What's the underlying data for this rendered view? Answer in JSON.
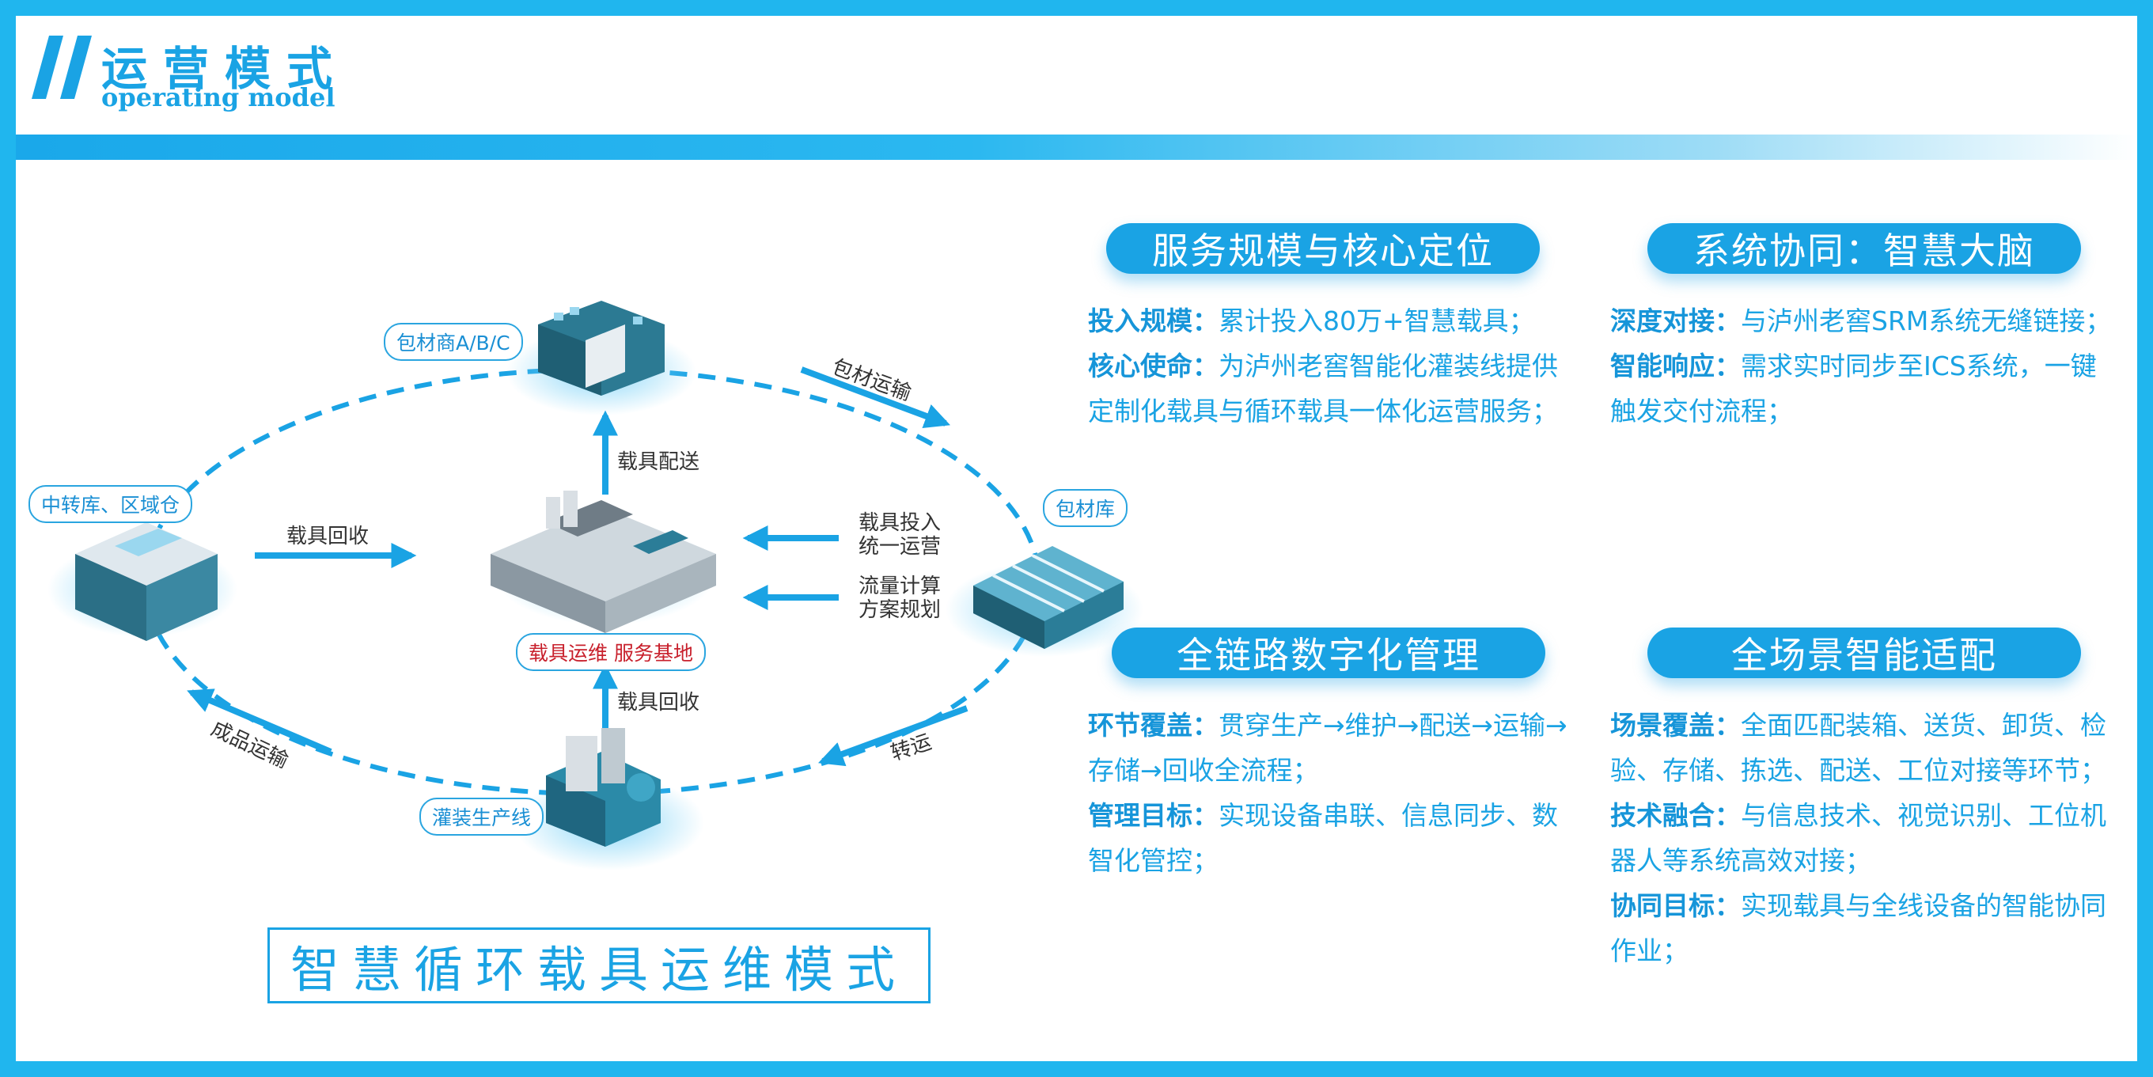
{
  "header": {
    "title_cn": "运营模式",
    "title_en": "operating model"
  },
  "colors": {
    "brand_blue": "#1aa3e4",
    "frame_blue": "#20b6ee",
    "accent_red": "#c8202c"
  },
  "diagram": {
    "nodes": {
      "supplier": "包材商A/B/C",
      "transit": "中转库、区域仓",
      "warehouse": "包材库",
      "base": "载具运维  服务基地",
      "line": "灌装生产线"
    },
    "flows": {
      "supplier_transport": "包材运输",
      "carrier_delivery": "载具配送",
      "carrier_recycle_left": "载具回收",
      "carrier_input_1": "载具投入",
      "carrier_input_2": "统一运营",
      "flow_calc_1": "流量计算",
      "flow_calc_2": "方案规划",
      "carrier_recycle_bottom": "载具回收",
      "product_transport": "成品运输",
      "transfer": "转运"
    },
    "mode_title": "智慧循环载具运维模式"
  },
  "cards": [
    {
      "title": "服务规模与核心定位",
      "items": [
        {
          "label": "投入规模：",
          "text": "累计投入80万+智慧载具；"
        },
        {
          "label": "核心使命：",
          "text": "为泸州老窖智能化灌装线提供定制化载具与循环载具一体化运营服务；"
        }
      ]
    },
    {
      "title": "系统协同：智慧大脑",
      "items": [
        {
          "label": "深度对接：",
          "text": "与泸州老窖SRM系统无缝链接；"
        },
        {
          "label": "智能响应：",
          "text": "需求实时同步至ICS系统，一键触发交付流程；"
        }
      ]
    },
    {
      "title": "全链路数字化管理",
      "items": [
        {
          "label": "环节覆盖：",
          "text": "贯穿生产→维护→配送→运输→存储→回收全流程；"
        },
        {
          "label": "管理目标：",
          "text": "实现设备串联、信息同步、数智化管控；"
        }
      ]
    },
    {
      "title": "全场景智能适配",
      "items": [
        {
          "label": "场景覆盖：",
          "text": "全面匹配装箱、送货、卸货、检验、存储、拣选、配送、工位对接等环节；"
        },
        {
          "label": "技术融合：",
          "text": "与信息技术、视觉识别、工位机器人等系统高效对接；"
        },
        {
          "label": "协同目标：",
          "text": "实现载具与全线设备的智能协同作业；"
        }
      ]
    }
  ]
}
